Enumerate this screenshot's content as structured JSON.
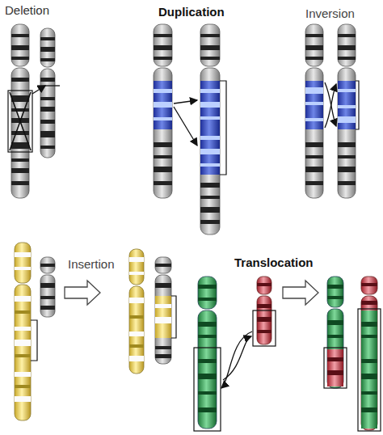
{
  "diagram": {
    "labels": [
      "Deletion",
      "Duplication",
      "Inversion",
      "Insertion",
      "Translocation"
    ]
  }
}
